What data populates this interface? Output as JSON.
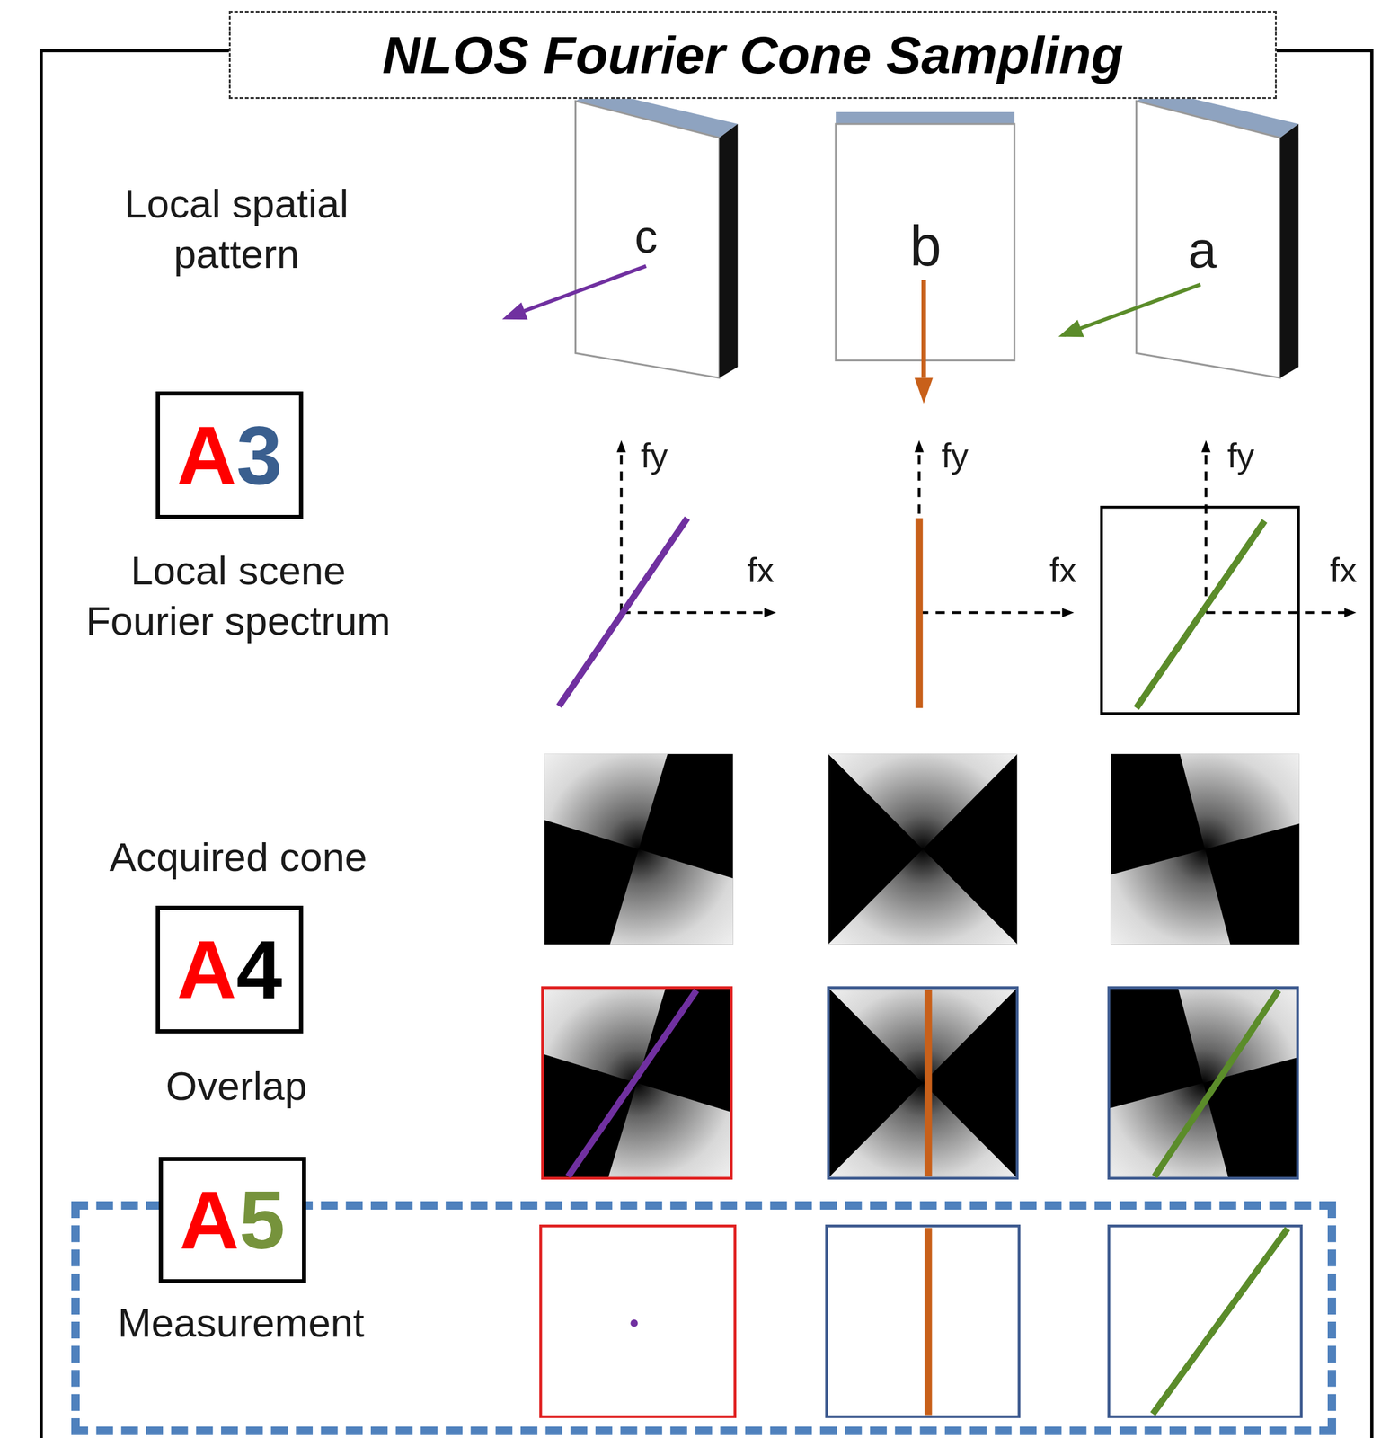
{
  "diagram": {
    "title": "NLOS Fourier Cone Sampling",
    "nodes": [
      {
        "text": [
          "A3"
        ]
      },
      {
        "text": [
          "A4"
        ]
      },
      {
        "text": [
          "Measurement"
        ]
      },
      {
        "text": [
          "A5"
        ],
        "in": 2
      }
    ],
    "labels": [
      "c",
      "b",
      "a",
      "Local spatial pattern",
      "fy",
      "fx",
      "fy",
      "fx",
      "fy",
      "fx",
      "Local scene Fourier spectrum",
      "Acquired cone",
      "Overlap"
    ]
  }
}
